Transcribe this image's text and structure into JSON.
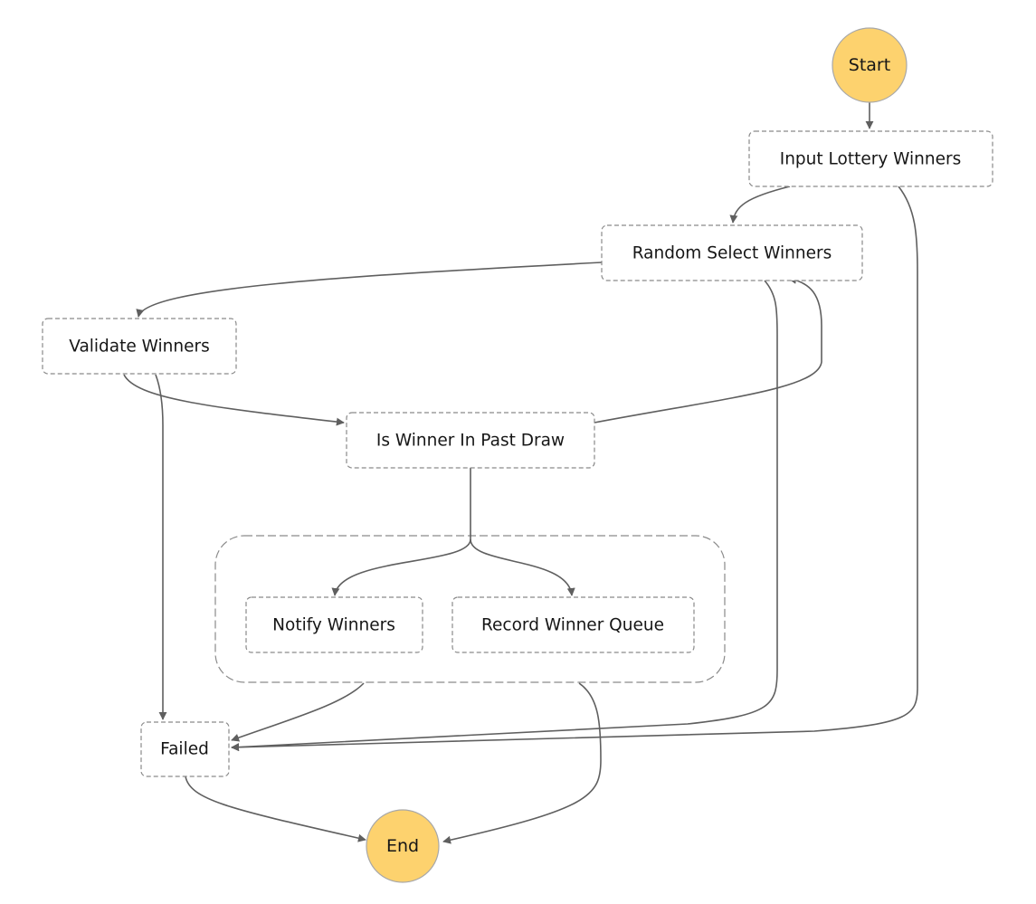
{
  "diagram": {
    "nodes": {
      "start": "Start",
      "input_lottery_winners": "Input Lottery Winners",
      "random_select_winners": "Random Select Winners",
      "validate_winners": "Validate Winners",
      "is_winner_in_past_draw": "Is Winner In Past Draw",
      "notify_winners": "Notify Winners",
      "record_winner_queue": "Record Winner Queue",
      "failed": "Failed",
      "end": "End"
    },
    "edges": [
      {
        "from": "Start",
        "to": "Input Lottery Winners"
      },
      {
        "from": "Input Lottery Winners",
        "to": "Random Select Winners"
      },
      {
        "from": "Input Lottery Winners",
        "to": "Failed"
      },
      {
        "from": "Random Select Winners",
        "to": "Validate Winners"
      },
      {
        "from": "Random Select Winners",
        "to": "Failed"
      },
      {
        "from": "Validate Winners",
        "to": "Is Winner In Past Draw"
      },
      {
        "from": "Validate Winners",
        "to": "Failed"
      },
      {
        "from": "Is Winner In Past Draw",
        "to": "Random Select Winners"
      },
      {
        "from": "Is Winner In Past Draw",
        "to": "Notify Winners"
      },
      {
        "from": "Is Winner In Past Draw",
        "to": "Record Winner Queue"
      },
      {
        "from": "Parallel Group",
        "to": "Failed"
      },
      {
        "from": "Parallel Group",
        "to": "End"
      },
      {
        "from": "Failed",
        "to": "End"
      }
    ],
    "colors": {
      "terminal_fill": "#fdd26e",
      "edge": "#5f5f5f",
      "node_border": "#8a8a8a"
    }
  }
}
